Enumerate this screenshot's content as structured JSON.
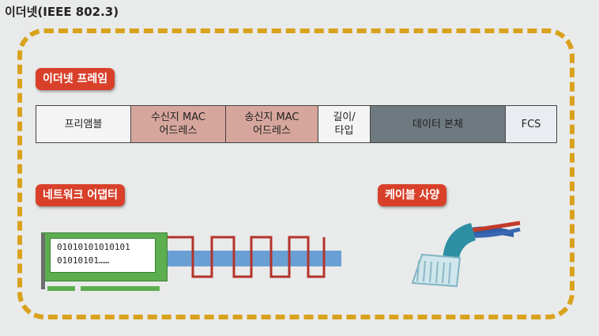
{
  "title": "이더넷(IEEE 802.3)",
  "sections": {
    "frame_label": "이더넷 프레임",
    "adapter_label": "네트워크 어댑터",
    "cable_label": "케이블 사양"
  },
  "frame_fields": [
    {
      "line1": "프리앰블",
      "line2": ""
    },
    {
      "line1": "수신지 MAC",
      "line2": "어드레스"
    },
    {
      "line1": "송신지 MAC",
      "line2": "어드레스"
    },
    {
      "line1": "길이/",
      "line2": "타입"
    },
    {
      "line1": "데이터 본체",
      "line2": ""
    },
    {
      "line1": "FCS",
      "line2": ""
    }
  ],
  "adapter": {
    "bits_line1": "01010101010101",
    "bits_line2": "01010101……"
  },
  "colors": {
    "border": "#d9a21c",
    "label_bg": "#d8402a",
    "mac_fill": "#d6a69c",
    "data_fill": "#6f7a80",
    "nic": "#5cae4f",
    "signal": "#b3342b",
    "wire": "#6a9fd4",
    "cable": "#2c8fa3"
  }
}
